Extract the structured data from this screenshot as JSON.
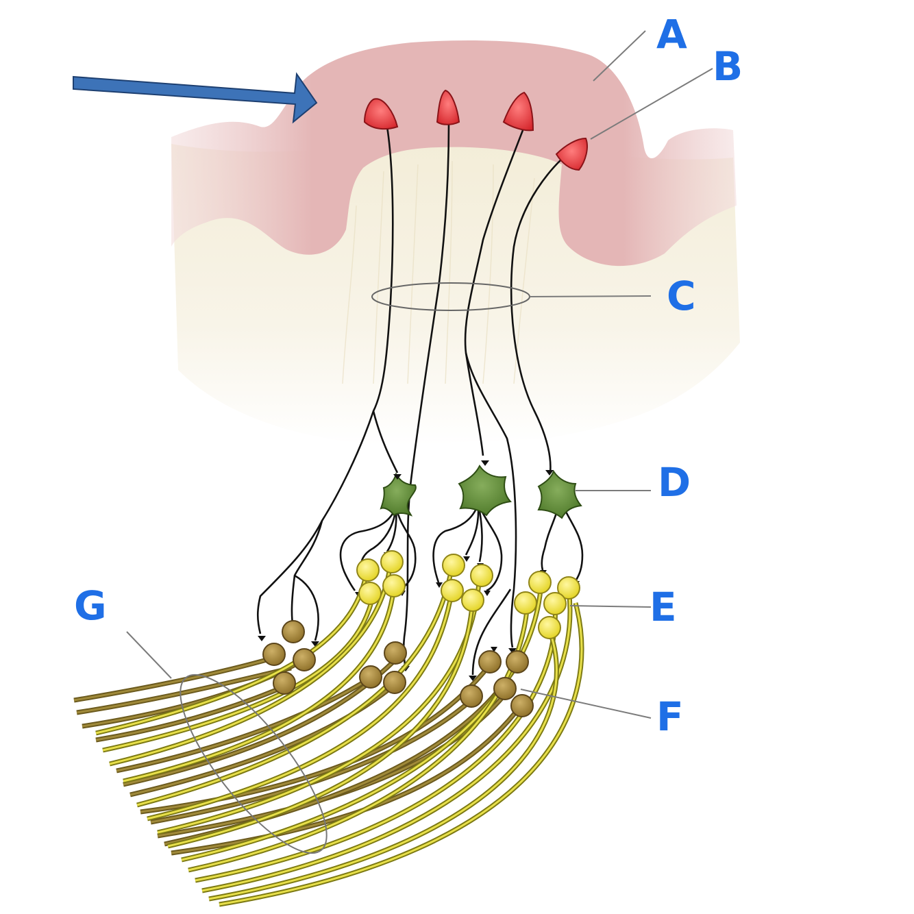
{
  "labels": {
    "A": "A",
    "B": "B",
    "C": "C",
    "D": "D",
    "E": "E",
    "F": "F",
    "G": "G"
  },
  "colors": {
    "label": "#1f6fe6",
    "arrow": "#3d73b8",
    "gyrus": "#e2b0b0",
    "white_matter": "#f4efde",
    "dendrite_tip": "#e23b3b",
    "interneuron": "#5c8a3a",
    "yellow_cell": "#f2e63a",
    "brown_cell": "#a88a3c"
  },
  "icons": {
    "indicator": "arrow-right-icon"
  }
}
